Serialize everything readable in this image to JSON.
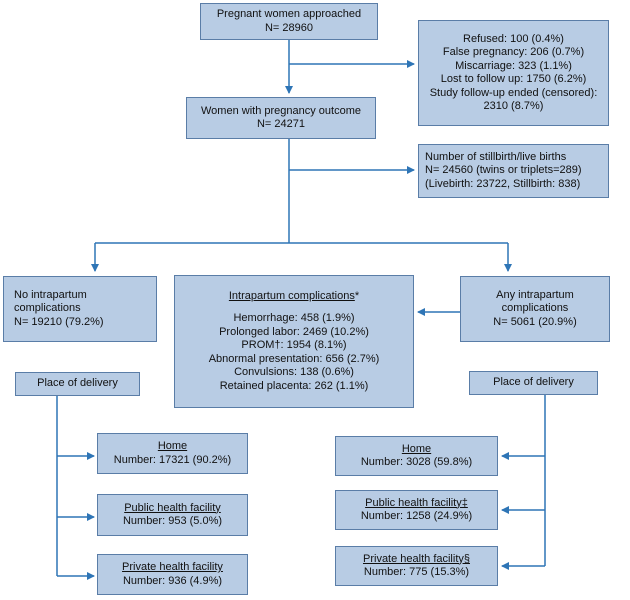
{
  "colors": {
    "box_fill": "#b8cce4",
    "box_border": "#5a7da7",
    "connector": "#2e75b6"
  },
  "approached": {
    "title": "Pregnant women approached",
    "n": "N= 28960"
  },
  "exclusions": {
    "refused": "Refused: 100 (0.4%)",
    "false_pregnancy": "False pregnancy: 206 (0.7%)",
    "miscarriage": "Miscarriage: 323 (1.1%)",
    "lost_follow_up": "Lost to follow up: 1750 (6.2%)",
    "censored_label": "Study follow-up ended (censored):",
    "censored_value": "2310 (8.7%)"
  },
  "outcome": {
    "title": "Women with pregnancy outcome",
    "n": "N= 24271"
  },
  "births": {
    "title": "Number of stillbirth/live births",
    "n": "N= 24560 (twins or triplets=289)",
    "detail": "(Livebirth: 23722, Stillbirth: 838)"
  },
  "no_complications": {
    "line1": "No intrapartum",
    "line2": "complications",
    "n": "N= 19210 (79.2%)",
    "place": "Place of delivery",
    "home": {
      "title": "Home",
      "number": "Number: 17321 (90.2%)"
    },
    "public": {
      "title": "Public health facility",
      "number": "Number: 953 (5.0%)"
    },
    "private": {
      "title": "Private health facility",
      "number": "Number: 936 (4.9%)"
    }
  },
  "complications_list": {
    "title": "Intrapartum complications",
    "marker": "*",
    "items": [
      "Hemorrhage: 458 (1.9%)",
      "Prolonged labor: 2469 (10.2%)",
      "PROM†: 1954 (8.1%)",
      "Abnormal presentation: 656 (2.7%)",
      "Convulsions: 138 (0.6%)",
      "Retained placenta: 262 (1.1%)"
    ]
  },
  "any_complications": {
    "line1": "Any intrapartum",
    "line2": "complications",
    "n": "N= 5061 (20.9%)",
    "place": "Place of delivery",
    "home": {
      "title": "Home",
      "number": "Number: 3028 (59.8%)"
    },
    "public": {
      "title": "Public health facility‡",
      "number": "Number: 1258 (24.9%)"
    },
    "private": {
      "title": "Private health facility§",
      "number": "Number: 775 (15.3%)"
    }
  }
}
